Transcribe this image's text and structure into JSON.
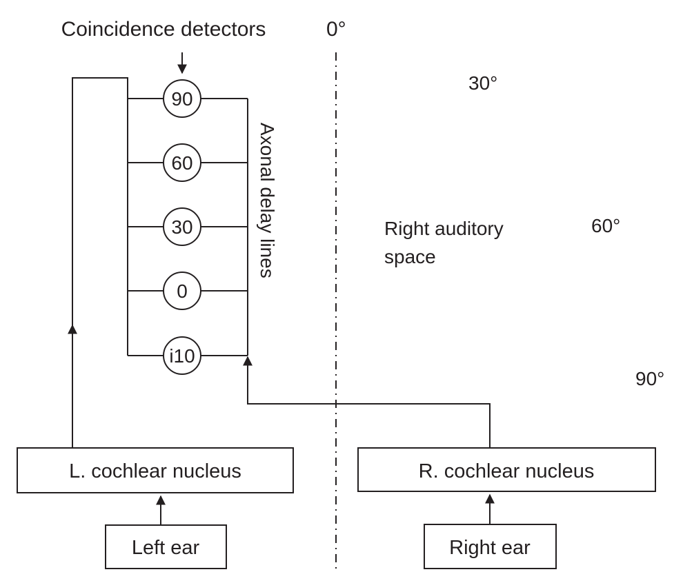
{
  "title": "Coincidence detectors",
  "midline_label": "0°",
  "delay_lines_label": "Axonal delay lines",
  "detectors": [
    {
      "label": "90"
    },
    {
      "label": "60"
    },
    {
      "label": "30"
    },
    {
      "label": "0"
    },
    {
      "label": "i10"
    }
  ],
  "space_label": {
    "line1": "Right auditory",
    "line2": "space"
  },
  "angles": [
    {
      "label": "30°"
    },
    {
      "label": "60°"
    },
    {
      "label": "90°"
    }
  ],
  "boxes": {
    "left_nucleus": "L. cochlear nucleus",
    "right_nucleus": "R. cochlear nucleus",
    "left_ear": "Left ear",
    "right_ear": "Right ear"
  },
  "colors": {
    "ink": "#231f20",
    "background": "#ffffff"
  }
}
